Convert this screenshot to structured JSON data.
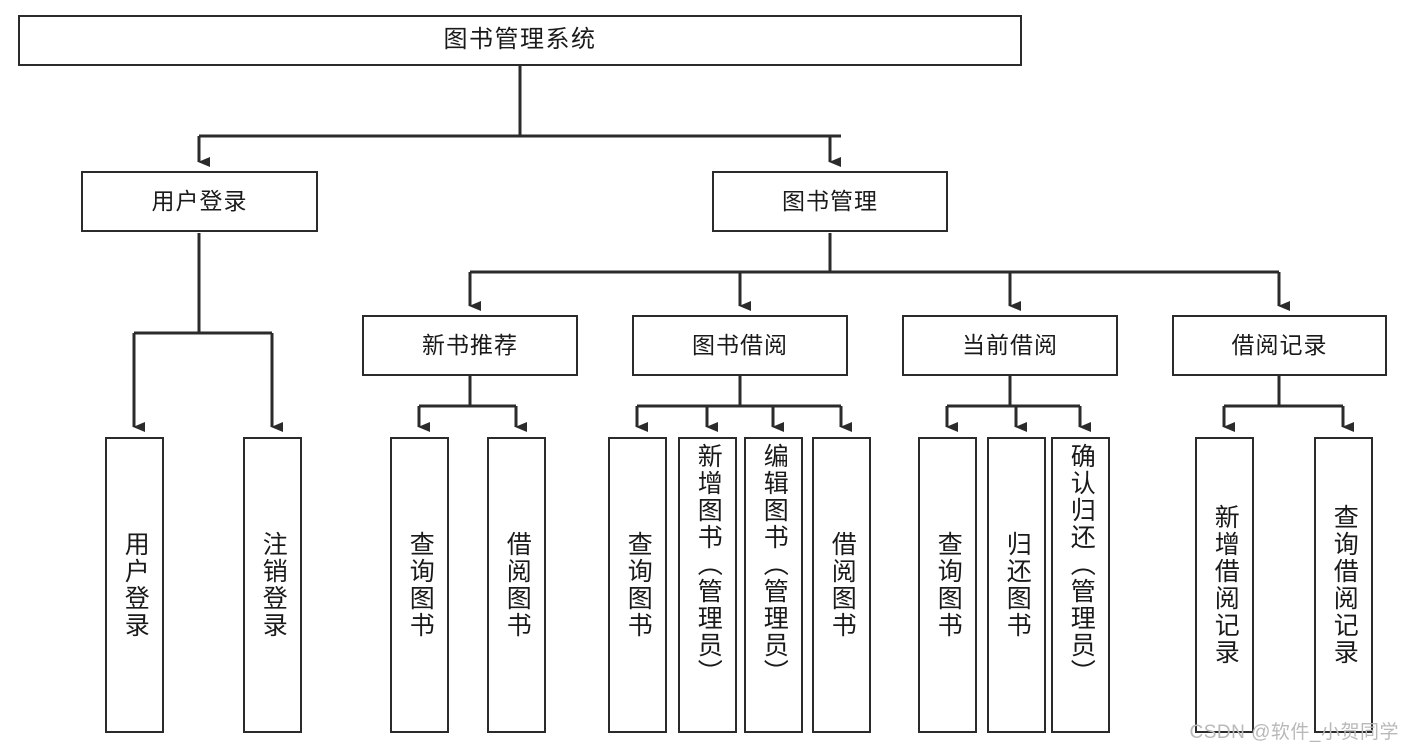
{
  "diagram": {
    "type": "tree-hierarchy",
    "title": "图书管理系统",
    "root": {
      "label": "图书管理系统"
    },
    "level1": [
      {
        "id": "user-login",
        "label": "用户登录"
      },
      {
        "id": "book-manage",
        "label": "图书管理"
      }
    ],
    "level2": [
      {
        "id": "new-book-recommend",
        "label": "新书推荐"
      },
      {
        "id": "book-borrow",
        "label": "图书借阅"
      },
      {
        "id": "current-borrow",
        "label": "当前借阅"
      },
      {
        "id": "borrow-record",
        "label": "借阅记录"
      }
    ],
    "leaves": {
      "user_login": [
        {
          "id": "leaf-user-login",
          "label": "用户登录"
        },
        {
          "id": "leaf-logout-login",
          "label": "注销登录"
        }
      ],
      "new_book_recommend": [
        {
          "id": "leaf-query-book-1",
          "label": "查询图书"
        },
        {
          "id": "leaf-borrow-book-1",
          "label": "借阅图书"
        }
      ],
      "book_borrow": [
        {
          "id": "leaf-query-book-2",
          "label": "查询图书"
        },
        {
          "id": "leaf-add-book-admin",
          "label": "新增图书（管理员）"
        },
        {
          "id": "leaf-edit-book-admin",
          "label": "编辑图书（管理员）"
        },
        {
          "id": "leaf-borrow-book-2",
          "label": "借阅图书"
        }
      ],
      "current_borrow": [
        {
          "id": "leaf-query-book-3",
          "label": "查询图书"
        },
        {
          "id": "leaf-return-book",
          "label": "归还图书"
        },
        {
          "id": "leaf-confirm-return-admin",
          "label": "确认归还（管理员）"
        }
      ],
      "borrow_record": [
        {
          "id": "leaf-add-borrow-record",
          "label": "新增借阅记录"
        },
        {
          "id": "leaf-query-borrow-record",
          "label": "查询借阅记录"
        }
      ]
    }
  },
  "watermark": {
    "text": "CSDN @软件_小贺同学"
  },
  "colors": {
    "stroke": "#2b2b2b",
    "fill": "#ffffff",
    "text": "#1a1a1a",
    "watermark": "#b9b9b9"
  }
}
